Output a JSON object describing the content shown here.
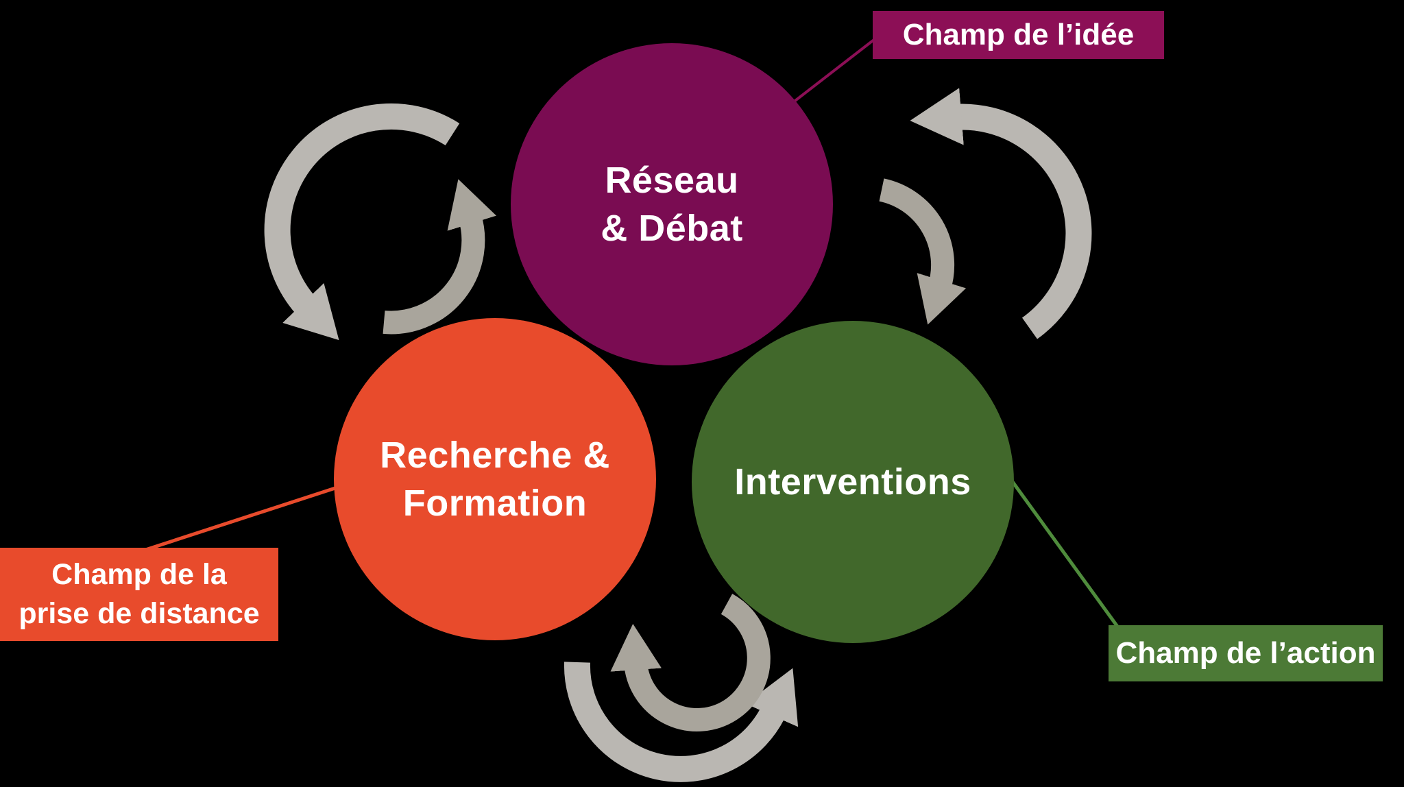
{
  "background_color": "#000000",
  "text_color": "#ffffff",
  "circles": {
    "reseau": {
      "line1": "Réseau",
      "line2": "& Débat",
      "color": "#7a0c52"
    },
    "recherche": {
      "line1": "Recherche &",
      "line2": "Formation",
      "color": "#e84b2c"
    },
    "interventions": {
      "line1": "Interventions",
      "color": "#41682b"
    }
  },
  "callouts": {
    "idee": {
      "text": "Champ de l’idée",
      "box_color": "#8c0f56",
      "line_color": "#8c0f56"
    },
    "distance": {
      "line1": "Champ de la",
      "line2": "prise de distance",
      "box_color": "#e84b2c",
      "line_color": "#e84b2c"
    },
    "action": {
      "text": "Champ de l’action",
      "box_color": "#4c7a36",
      "line_color": "#4f8c3c"
    }
  },
  "arrows": {
    "light_color": "#bab7b2",
    "dark_color": "#a9a59c"
  }
}
